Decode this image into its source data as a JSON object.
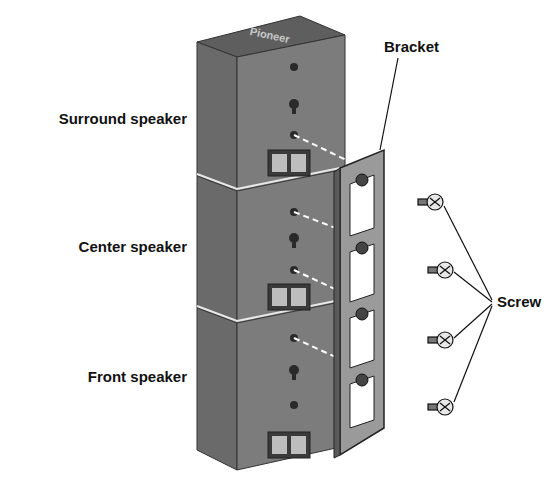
{
  "diagram": {
    "labels": [
      "Pioneer",
      "Surround speaker",
      "Center speaker",
      "Front speaker",
      "Bracket",
      "Screw"
    ]
  }
}
